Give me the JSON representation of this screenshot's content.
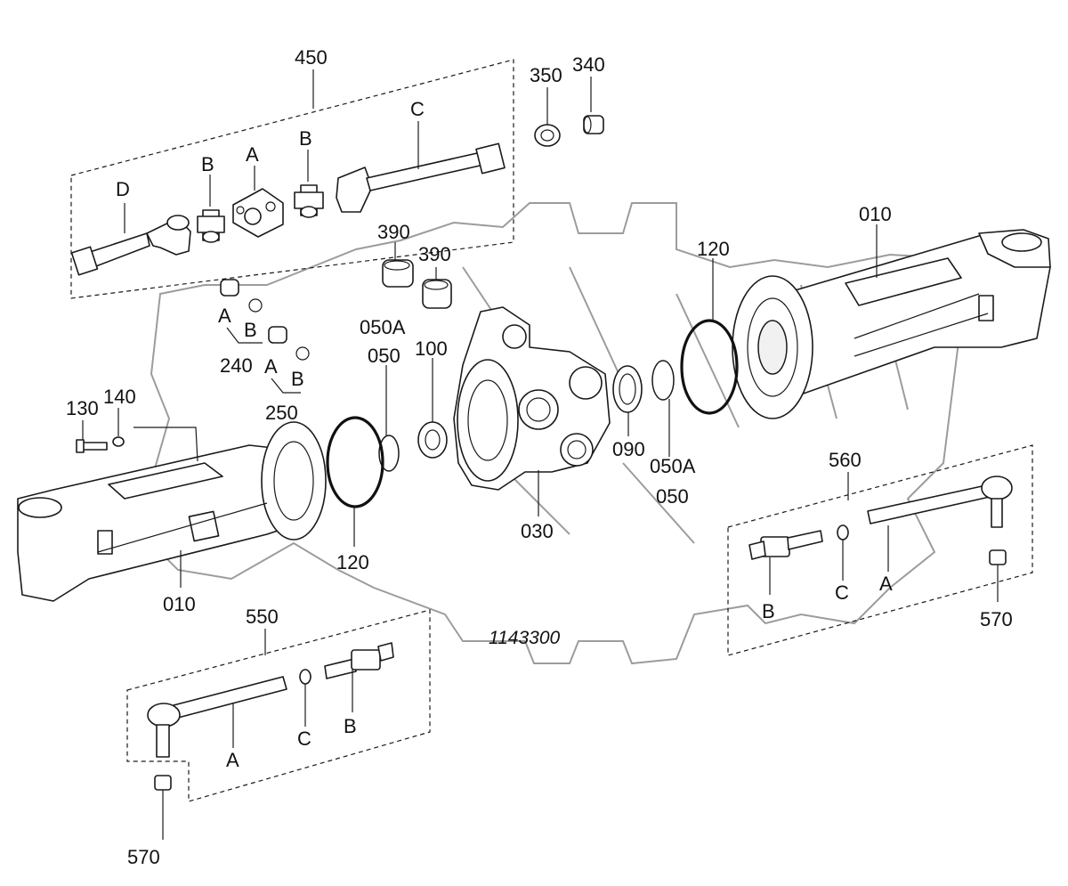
{
  "drawing_number": "1143300",
  "watermark_text": "",
  "labels": {
    "group_450": "450",
    "p340": "340",
    "p350": "350",
    "sh_C": "C",
    "sh_D": "D",
    "sh_B1": "B",
    "sh_A": "A",
    "sh_B2": "B",
    "p390a": "390",
    "p390b": "390",
    "p010_right": "010",
    "p120_top": "120",
    "p050A_top": "050A",
    "p050_top": "050",
    "p100": "100",
    "p240_A": "A",
    "p240_B": "B",
    "p240": "240",
    "p250_A": "A",
    "p250_B": "B",
    "p250": "250",
    "p130": "130",
    "p140": "140",
    "p120_bottom": "120",
    "p030": "030",
    "p090": "090",
    "p050A_bottom": "050A",
    "p050_bottom": "050",
    "p010_left": "010",
    "group_560": "560",
    "r560_B": "B",
    "r560_C": "C",
    "r560_A": "A",
    "p570_right": "570",
    "group_550": "550",
    "r550_A": "A",
    "r550_C": "C",
    "r550_B": "B",
    "p570_left": "570"
  }
}
